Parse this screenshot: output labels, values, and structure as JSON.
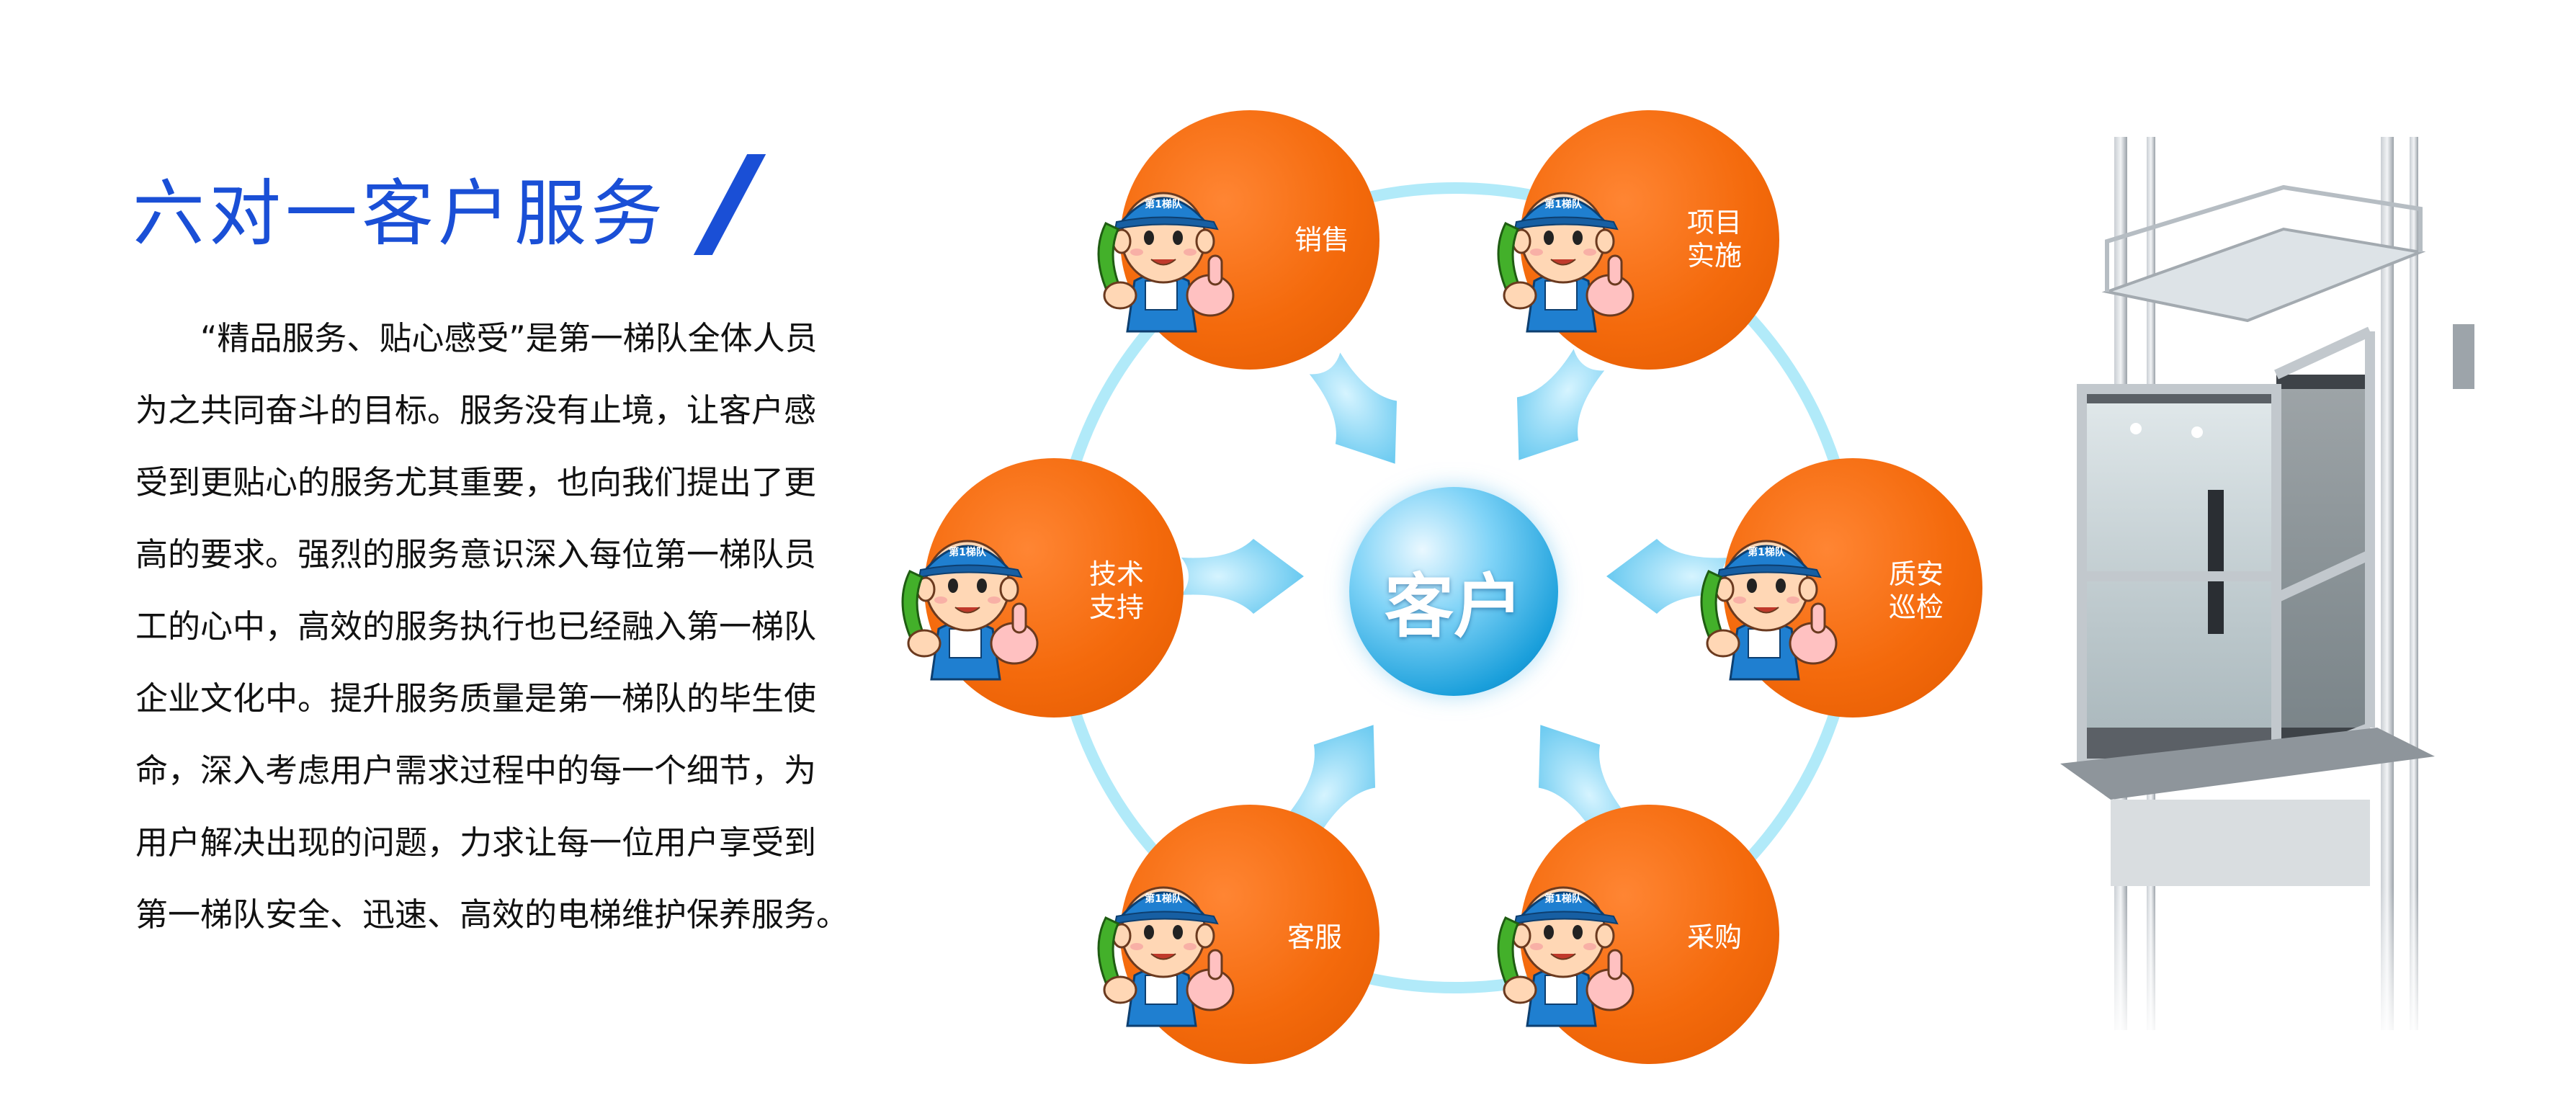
{
  "header": {
    "title": "六对一客户服务"
  },
  "body_text": {
    "lines": [
      "“精品服务、贴心感受”是第一梯队全体人员",
      "为之共同奋斗的目标。服务没有止境，让客户感",
      "受到更贴心的服务尤其重要，也向我们提出了更",
      "高的要求。强烈的服务意识深入每位第一梯队员",
      "工的心中，高效的服务执行也已经融入第一梯队",
      "企业文化中。提升服务质量是第一梯队的毕生使",
      "命，深入考虑用户需求过程中的每一个细节，为",
      "用户解决出现的问题，力求让每一位用户享受到",
      "第一梯队安全、迅速、高效的电梯维护保养服务。"
    ]
  },
  "diagram": {
    "center_label": "客户",
    "nodes": [
      {
        "label_lines": [
          "销售"
        ]
      },
      {
        "label_lines": [
          "项目",
          "实施"
        ]
      },
      {
        "label_lines": [
          "技术",
          "支持"
        ]
      },
      {
        "label_lines": [
          "质安",
          "巡检"
        ]
      },
      {
        "label_lines": [
          "客服"
        ]
      },
      {
        "label_lines": [
          "采购"
        ]
      }
    ],
    "mascot_badge": "第1梯队",
    "colors": {
      "node_orange": "#f46a0c",
      "ring_cyan": "#a8e8f8",
      "arrow_blue": "#6ecff2",
      "cap_blue": "#1f7fd0",
      "phone_green": "#43b02a"
    }
  },
  "colors": {
    "title_blue": "#1a4fd6"
  }
}
